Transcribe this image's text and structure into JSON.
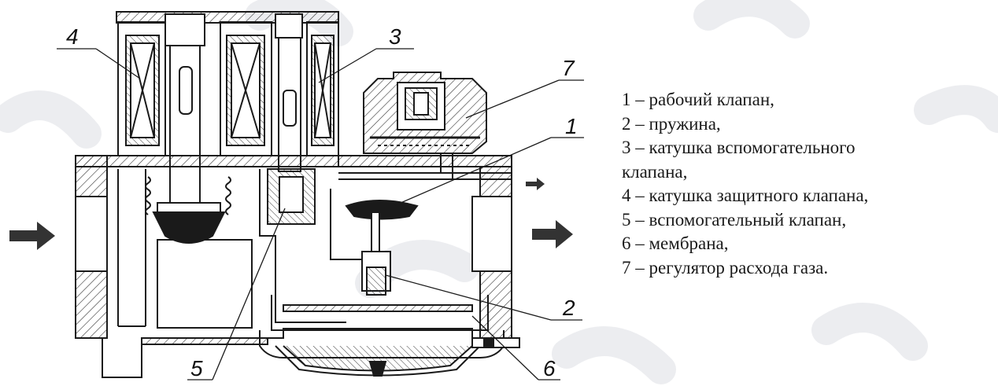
{
  "callouts": {
    "c1": "1",
    "c2": "2",
    "c3": "3",
    "c4": "4",
    "c5": "5",
    "c6": "6",
    "c7": "7"
  },
  "legend": [
    "1 – рабочий клапан,",
    "2 – пружина,",
    "3 – катушка вспомогательного",
    "клапана,",
    "4 – катушка защитного клапана,",
    "5 – вспомогательный клапан,",
    "6 – мембрана,",
    "7 – регулятор расхода газа."
  ],
  "colors": {
    "line": "#1a1a1a",
    "arrow": "#333333",
    "watermark": "#cfd3d8"
  }
}
